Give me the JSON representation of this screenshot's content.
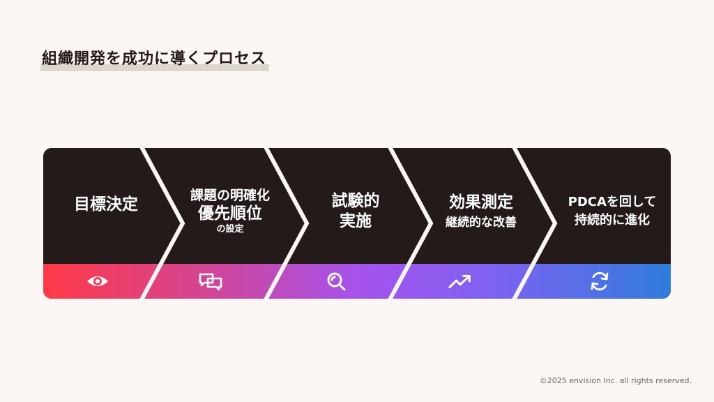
{
  "page": {
    "title": "組織開発を成功に導くプロセス",
    "copyright": "©2025 envision Inc. all rights reserved."
  },
  "colors": {
    "background": "#fcf6f4",
    "panel": "#231a19",
    "gradient": [
      "#ff3a48",
      "#c74fa3",
      "#9a4ff0",
      "#7d5cf0",
      "#2f7cdc"
    ]
  },
  "steps": [
    {
      "lines": [
        "目標決定"
      ],
      "icon": "eye-icon"
    },
    {
      "lines": [
        "課題の明確化",
        "優先順位",
        "の設定"
      ],
      "icon": "chat-bubbles-icon"
    },
    {
      "lines": [
        "試験的",
        "実施"
      ],
      "icon": "magnifier-icon"
    },
    {
      "lines": [
        "効果測定",
        "継続的な改善"
      ],
      "icon": "trend-up-icon"
    },
    {
      "lines": [
        "PDCAを回して",
        "持続的に進化"
      ],
      "icon": "refresh-icon"
    }
  ]
}
